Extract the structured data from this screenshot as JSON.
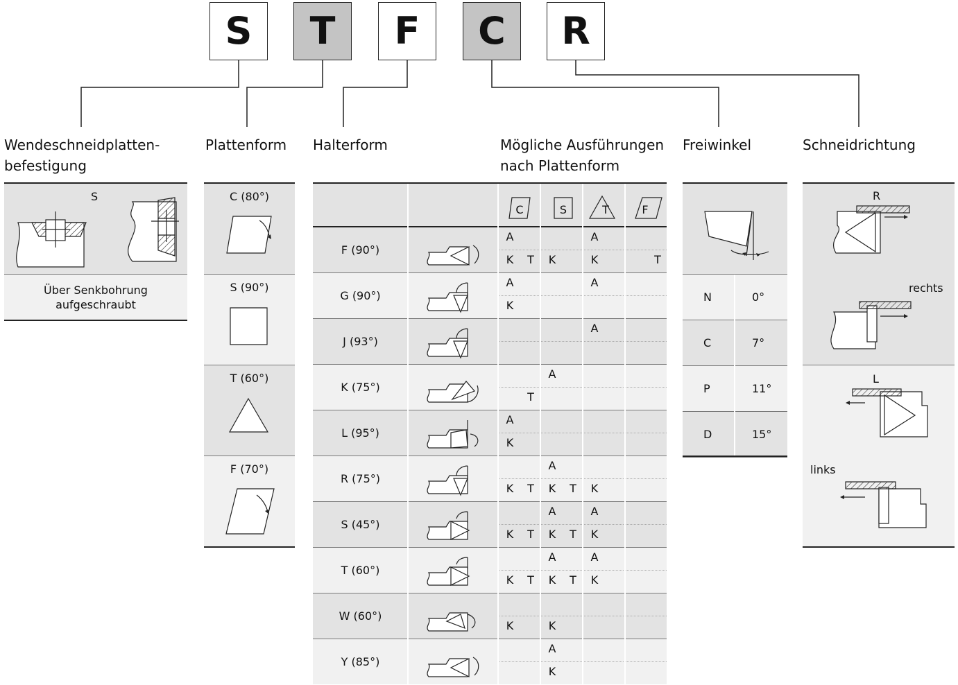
{
  "code": [
    {
      "letter": "S",
      "shaded": false
    },
    {
      "letter": "T",
      "shaded": true
    },
    {
      "letter": "F",
      "shaded": false
    },
    {
      "letter": "C",
      "shaded": true
    },
    {
      "letter": "R",
      "shaded": false
    }
  ],
  "headings": {
    "befestigung_1": "Wendeschneidplatten-",
    "befestigung_2": "befestigung",
    "plattenform": "Plattenform",
    "halterform": "Halterform",
    "moegliche_1": "Mögliche Ausführungen",
    "moegliche_2": "nach Plattenform",
    "freiwinkel": "Freiwinkel",
    "schneidrichtung": "Schneidrichtung"
  },
  "befestigung": {
    "code": "S",
    "desc_1": "Über Senkbohrung",
    "desc_2": "aufgeschraubt"
  },
  "plattenform": [
    {
      "label": "C (80°)",
      "shape": "rhombus-80"
    },
    {
      "label": "S (90°)",
      "shape": "square"
    },
    {
      "label": "T (60°)",
      "shape": "triangle"
    },
    {
      "label": "F (70°)",
      "shape": "rhombus-70"
    }
  ],
  "insert_columns": [
    "C",
    "S",
    "T",
    "F"
  ],
  "halterform": [
    {
      "label": "F (90°)",
      "C": [
        "A",
        "K",
        "T"
      ],
      "S": [
        "",
        "K",
        ""
      ],
      "T": [
        "A",
        "K",
        ""
      ],
      "F": [
        "",
        "",
        "T"
      ]
    },
    {
      "label": "G (90°)",
      "C": [
        "A",
        "K",
        ""
      ],
      "S": [
        "",
        "",
        ""
      ],
      "T": [
        "A",
        "",
        ""
      ],
      "F": [
        "",
        "",
        ""
      ]
    },
    {
      "label": "J (93°)",
      "C": [
        "",
        "",
        ""
      ],
      "S": [
        "",
        "",
        ""
      ],
      "T": [
        "A",
        "",
        ""
      ],
      "F": [
        "",
        "",
        ""
      ]
    },
    {
      "label": "K (75°)",
      "C": [
        "",
        "",
        "T"
      ],
      "S": [
        "A",
        "",
        ""
      ],
      "T": [
        "",
        "",
        ""
      ],
      "F": [
        "",
        "",
        ""
      ]
    },
    {
      "label": "L (95°)",
      "C": [
        "A",
        "K",
        ""
      ],
      "S": [
        "",
        "",
        ""
      ],
      "T": [
        "",
        "",
        ""
      ],
      "F": [
        "",
        "",
        ""
      ]
    },
    {
      "label": "R (75°)",
      "C": [
        "",
        "K",
        "T"
      ],
      "S": [
        "A",
        "K",
        "T"
      ],
      "T": [
        "",
        "K",
        ""
      ],
      "F": [
        "",
        "",
        ""
      ]
    },
    {
      "label": "S (45°)",
      "C": [
        "",
        "K",
        "T"
      ],
      "S": [
        "A",
        "K",
        "T"
      ],
      "T": [
        "A",
        "K",
        ""
      ],
      "F": [
        "",
        "",
        ""
      ]
    },
    {
      "label": "T (60°)",
      "C": [
        "",
        "K",
        "T"
      ],
      "S": [
        "A",
        "K",
        "T"
      ],
      "T": [
        "A",
        "K",
        ""
      ],
      "F": [
        "",
        "",
        ""
      ]
    },
    {
      "label": "W (60°)",
      "C": [
        "",
        "K",
        ""
      ],
      "S": [
        "",
        "K",
        ""
      ],
      "T": [
        "",
        "",
        ""
      ],
      "F": [
        "",
        "",
        ""
      ]
    },
    {
      "label": "Y (85°)",
      "C": [
        "",
        "",
        ""
      ],
      "S": [
        "A",
        "K",
        ""
      ],
      "T": [
        "",
        "",
        ""
      ],
      "F": [
        "",
        "",
        ""
      ]
    }
  ],
  "freiwinkel": [
    {
      "code": "N",
      "angle": "0°"
    },
    {
      "code": "C",
      "angle": "7°"
    },
    {
      "code": "P",
      "angle": "11°"
    },
    {
      "code": "D",
      "angle": "15°"
    }
  ],
  "schneidrichtung": {
    "r_code": "R",
    "r_label": "rechts",
    "l_code": "L",
    "l_label": "links"
  }
}
